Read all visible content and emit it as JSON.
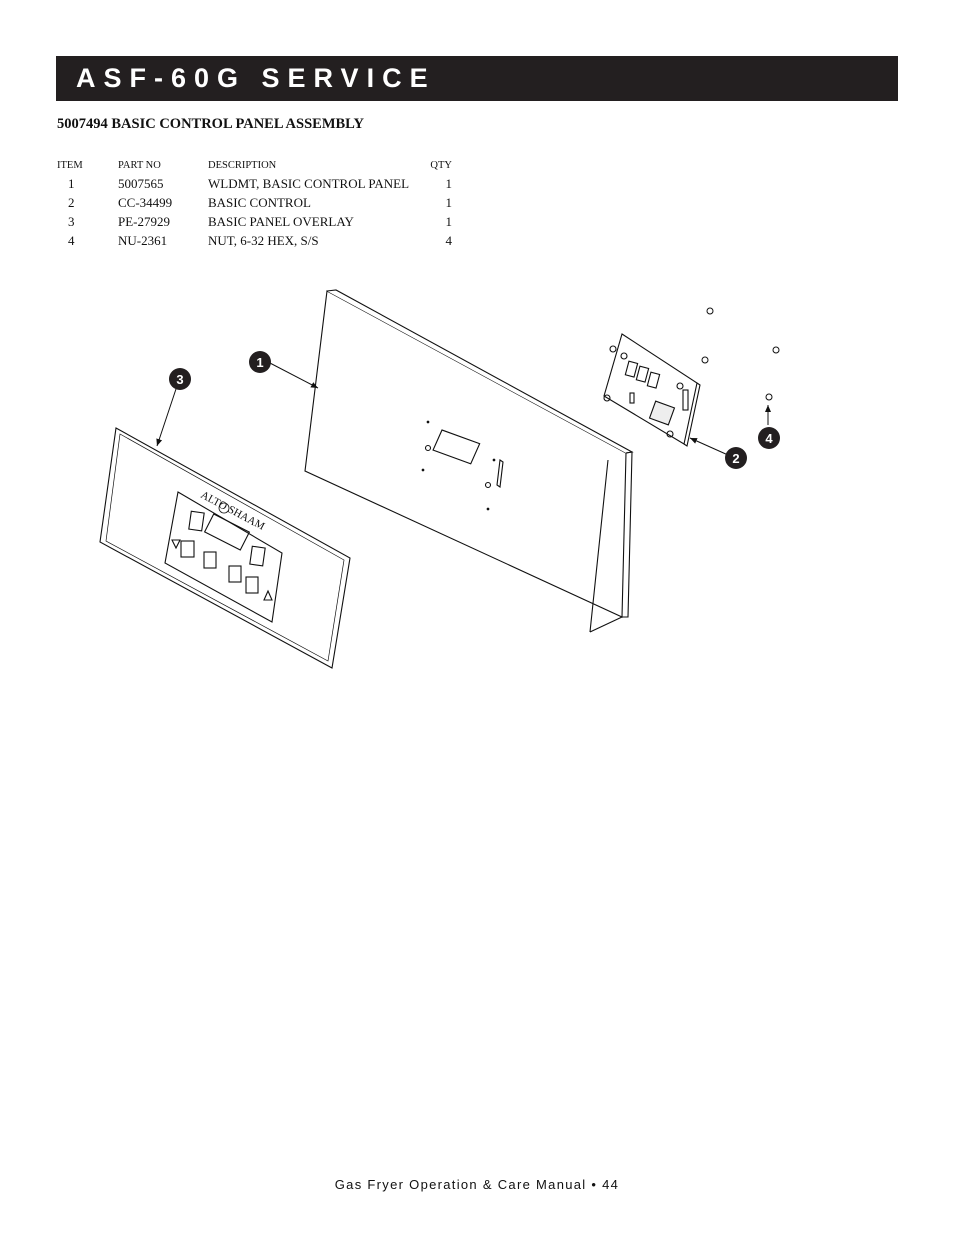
{
  "header": {
    "title": "ASF-60G SERVICE"
  },
  "section": {
    "title": "5007494  BASIC CONTROL PANEL ASSEMBLY"
  },
  "parts_table": {
    "columns": [
      "ITEM",
      "PART NO",
      "DESCRIPTION",
      "QTY"
    ],
    "rows": [
      {
        "item": "1",
        "part_no": "5007565",
        "description": "WLDMT, BASIC CONTROL PANEL",
        "qty": "1"
      },
      {
        "item": "2",
        "part_no": "CC-34499",
        "description": "BASIC CONTROL",
        "qty": "1"
      },
      {
        "item": "3",
        "part_no": "PE-27929",
        "description": "BASIC PANEL OVERLAY",
        "qty": "1"
      },
      {
        "item": "4",
        "part_no": "NU-2361",
        "description": "NUT, 6-32 HEX, S/S",
        "qty": "4"
      }
    ]
  },
  "diagram": {
    "callouts": [
      "1",
      "2",
      "3",
      "4"
    ],
    "overlay_brand": "ALTO SHAAM"
  },
  "footer": {
    "text": "Gas Fryer Operation & Care Manual • 44"
  }
}
